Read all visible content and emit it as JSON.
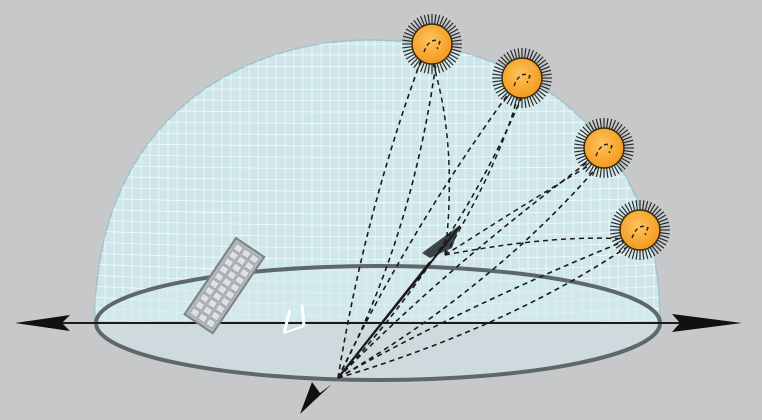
{
  "diagram": {
    "background": "#c7c8ca",
    "dome_fill": "#cfe7ea",
    "dome_grid": "#ffffff",
    "dome_outline": "#8fb9bf",
    "ground_fill": "#d3eaed",
    "ground_outline": "#5f6868",
    "path_color": "#1a1a1a",
    "sun_fill": "#f5a52c",
    "sun_outline": "#3a2a10",
    "sun_ray_color": "#2a2a2a",
    "panel_frame": "#9aa0a6",
    "panel_cell": "#ffffff",
    "suns": [
      {
        "name": "sun-1",
        "icon": "sun-icon"
      },
      {
        "name": "sun-2",
        "icon": "sun-icon"
      },
      {
        "name": "sun-3",
        "icon": "sun-icon"
      },
      {
        "name": "sun-4",
        "icon": "sun-icon"
      }
    ],
    "panel_icon": "solar-panel-icon",
    "arrow_icons": [
      "arrow-left-icon",
      "arrow-right-icon",
      "arrow-down-icon"
    ]
  }
}
